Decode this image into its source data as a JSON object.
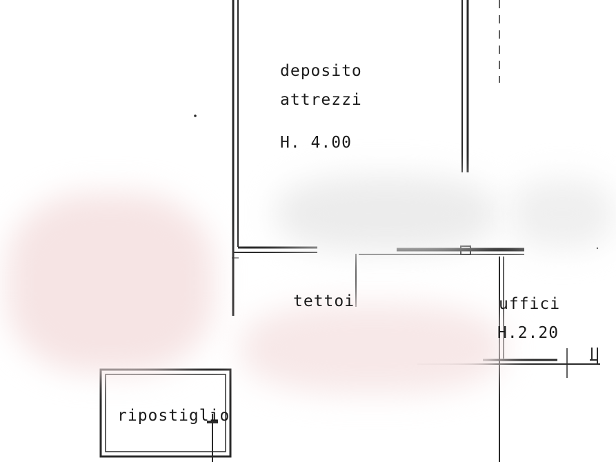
{
  "rooms": {
    "deposito": {
      "line1": "deposito",
      "line2": "attrezzi",
      "height": "H. 4.00"
    },
    "tettoia": {
      "label": "tettoi"
    },
    "uffici": {
      "label": "uffici",
      "height": "H.2.20"
    },
    "ripostiglio": {
      "label": "ripostiglio"
    }
  },
  "colors": {
    "wall": "#2a2a2a",
    "ink": "#1a1a1a",
    "smudge": "#f4e6e6"
  }
}
